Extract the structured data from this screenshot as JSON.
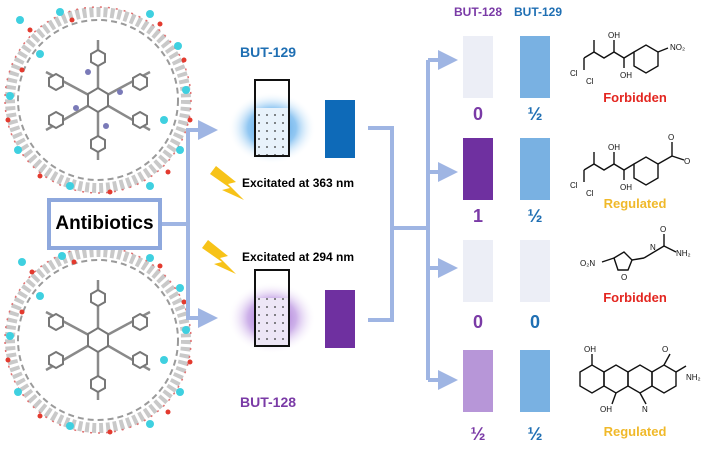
{
  "frameworks": {
    "top_name": "BUT-129",
    "bottom_name": "BUT-128",
    "top_excitation": "Excitated at 363 nm",
    "bottom_excitation": "Excitated at 294 nm"
  },
  "input_label": "Antibiotics",
  "columns": {
    "left": "BUT-128",
    "right": "BUT-129"
  },
  "colors": {
    "but129": "#0e6ab8",
    "but128": "#6f30a0",
    "arrow": "#9fb5e3",
    "faint": "#eceef6",
    "light_blue": "#79b1e2",
    "light_purple": "#b796d8",
    "forbidden": "#e32620",
    "regulated": "#f0b92a"
  },
  "rows": [
    {
      "v128": "0",
      "v129": "½",
      "status": "Forbidden"
    },
    {
      "v128": "1",
      "v129": "½",
      "status": "Regulated"
    },
    {
      "v128": "0",
      "v129": "0",
      "status": "Forbidden"
    },
    {
      "v128": "½",
      "v129": "½",
      "status": "Regulated"
    }
  ],
  "molecule_labels": {
    "nitro": "NO₂",
    "cl": "Cl",
    "oh": "OH",
    "nh2": "NH₂",
    "o2n": "O₂N",
    "n": "N",
    "h": "H",
    "o": "O"
  }
}
